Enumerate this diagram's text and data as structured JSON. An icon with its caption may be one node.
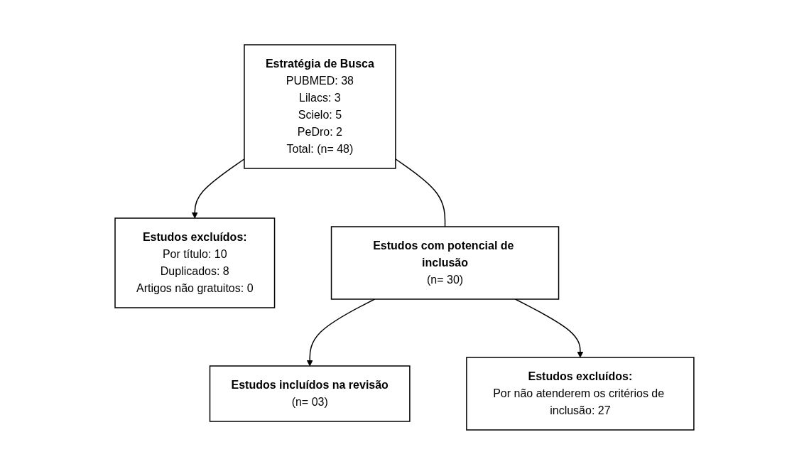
{
  "diagram": {
    "nodes": [
      {
        "text": [
          "Estratégia de Busca",
          "PUBMED: 38",
          "Lilacs: 3",
          "Scielo: 5",
          "PeDro: 2",
          "Total: (n= 48)"
        ]
      },
      {
        "text": [
          "Estudos excluídos:",
          "Por título: 10",
          "Duplicados: 8",
          "Artigos não gratuitos: 0"
        ]
      },
      {
        "text": [
          "Estudos com potencial de inclusão",
          "(n= 30)"
        ]
      },
      {
        "text": [
          "Estudos incluídos na revisão",
          "(n= 03)"
        ]
      },
      {
        "text": [
          "Estudos excluídos:",
          "Por não atenderem os critérios de inclusão: 27"
        ]
      }
    ],
    "edges": [
      {
        "from": 0,
        "to": 2,
        "arrow": "none"
      },
      {
        "from": 0,
        "to": 1,
        "arrow": "to"
      },
      {
        "from": 2,
        "to": 3,
        "arrow": "to"
      },
      {
        "from": 2,
        "to": 4,
        "arrow": "to"
      }
    ]
  }
}
